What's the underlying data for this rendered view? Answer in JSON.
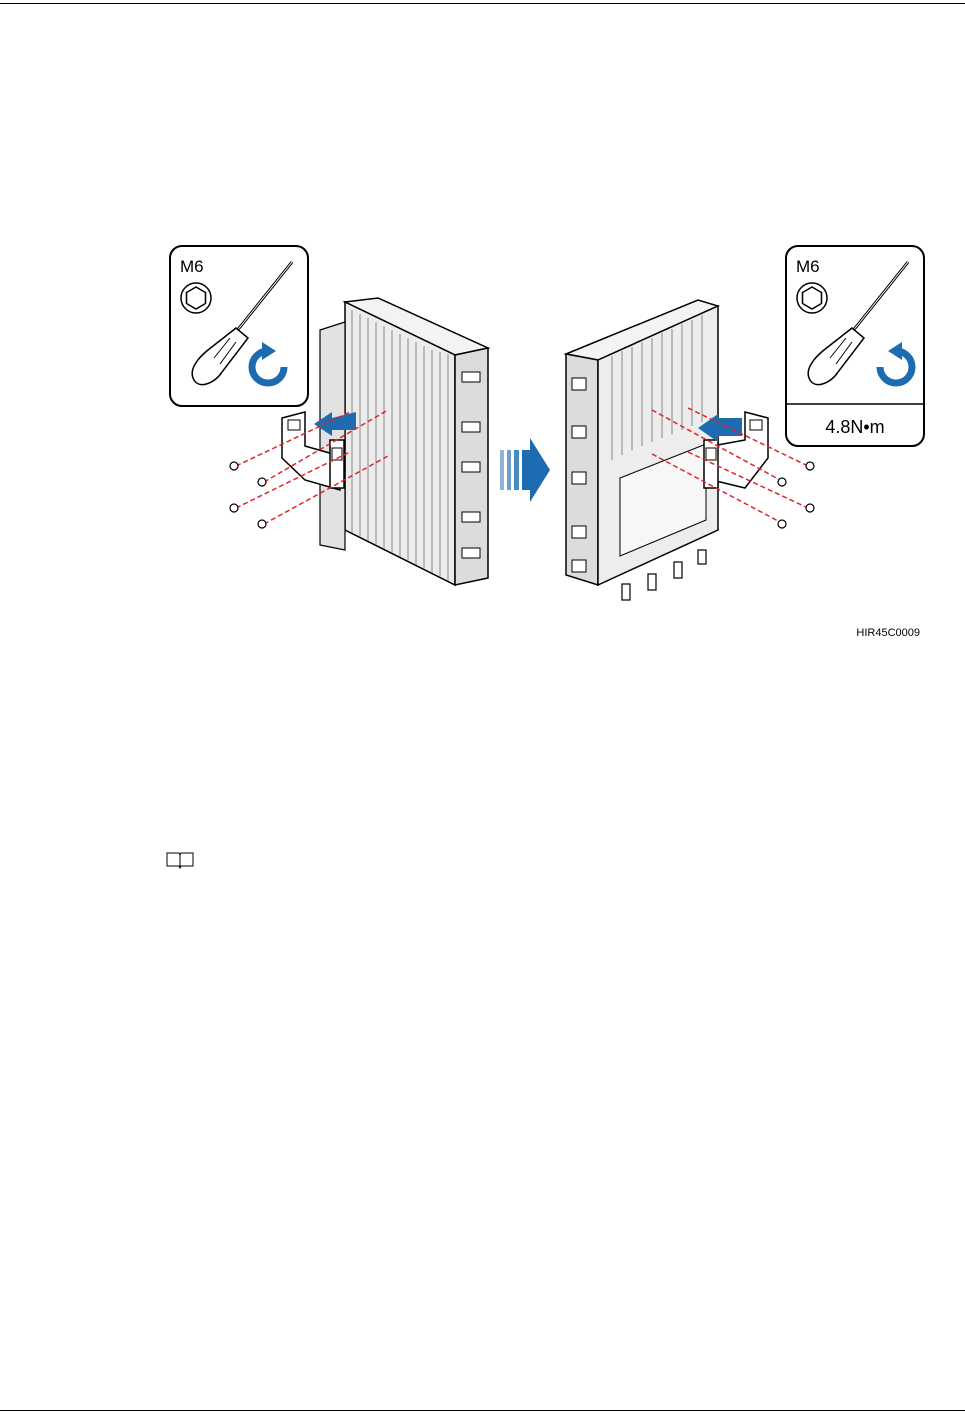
{
  "figure": {
    "left_panel": {
      "screw_size": "M6",
      "direction": "counterclockwise",
      "tool_icon": "screwdriver-icon",
      "hex_icon": "hex-socket-icon",
      "arrow_icon": "rotate-counterclockwise-icon"
    },
    "right_panel": {
      "screw_size": "M6",
      "direction": "clockwise",
      "torque": "4.8N•m",
      "tool_icon": "screwdriver-icon",
      "hex_icon": "hex-socket-icon",
      "arrow_icon": "rotate-clockwise-icon"
    },
    "figure_id": "HIR45C0009",
    "colors": {
      "accent_blue": "#1d6bb0",
      "dash_red": "#e0252b",
      "outline": "#000000",
      "device_gray": "#e8e8e8"
    }
  },
  "note_icon": "book-note-icon"
}
